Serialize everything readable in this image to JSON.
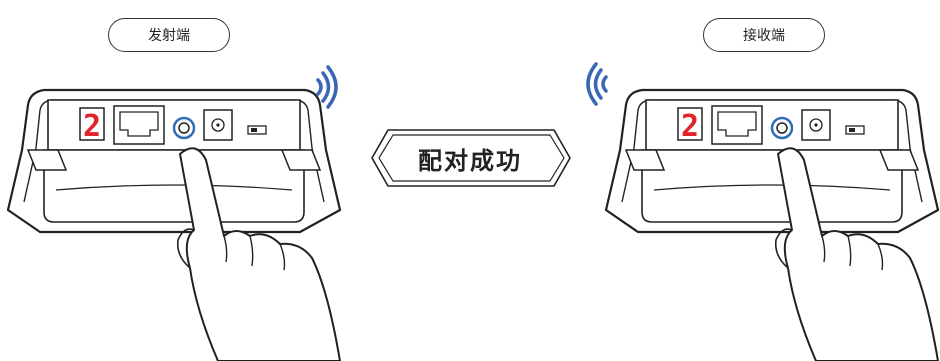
{
  "left_panel": {
    "label": "发射端",
    "digit": "2"
  },
  "right_panel": {
    "label": "接收端",
    "digit": "2"
  },
  "banner": {
    "text": "配对成功"
  },
  "colors": {
    "digit": "#e0242a",
    "signal": "#3a66b3",
    "button_ring": "#2f6db5",
    "stroke": "#222222"
  }
}
